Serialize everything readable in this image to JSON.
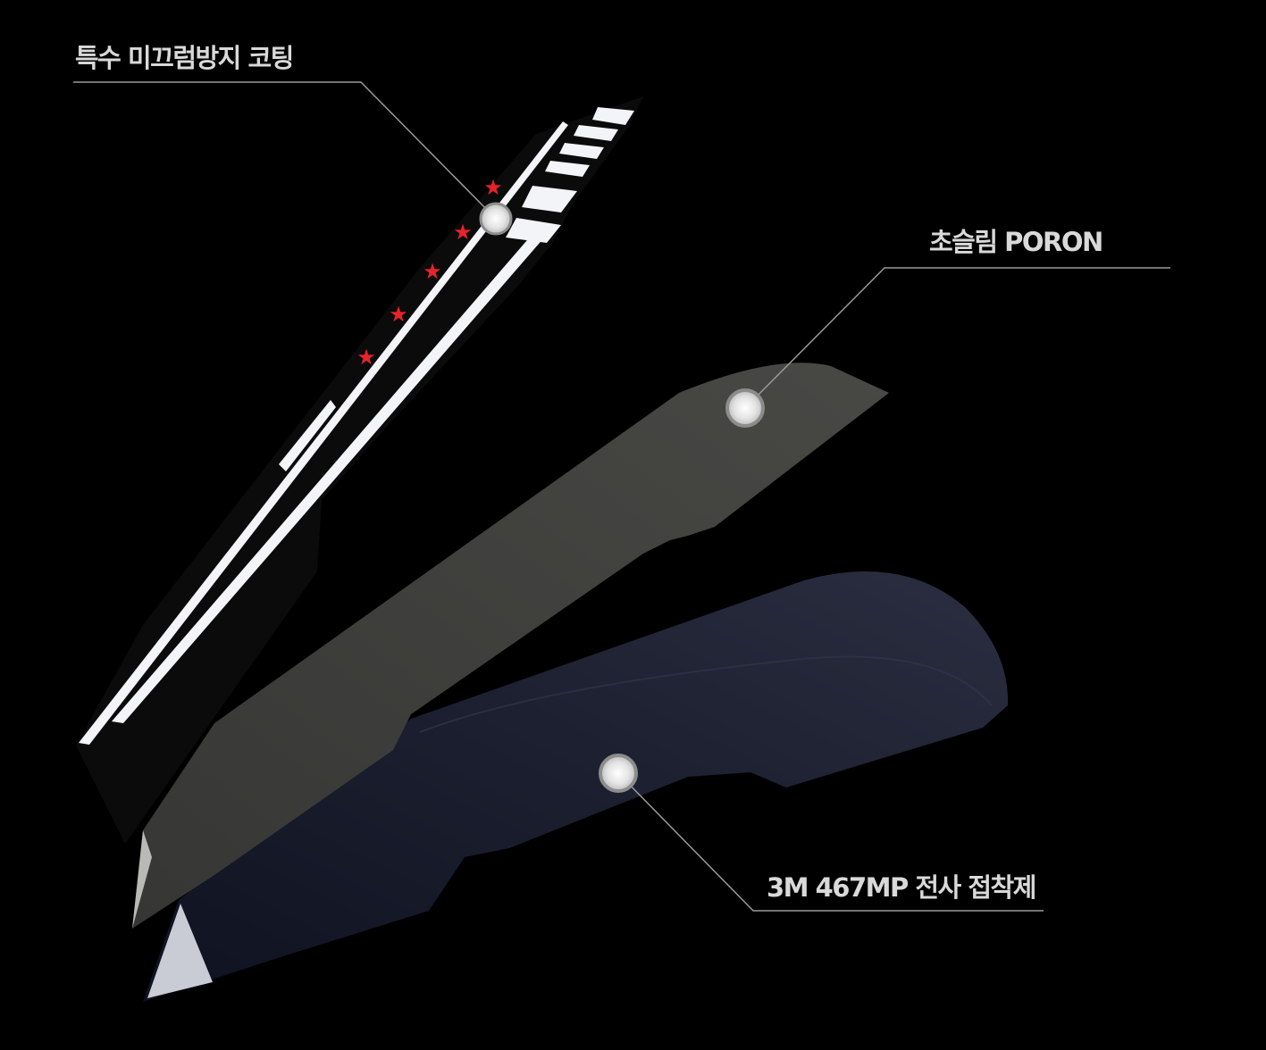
{
  "labels": {
    "coating": "특수 미끄럼방지 코팅",
    "poron": "초슬림 PORON",
    "adhesive": "3M 467MP 전사 접착제"
  },
  "colors": {
    "background": "#000000",
    "label_text": "#d9d9d9",
    "leader_line": "#9a9a9a",
    "marker_fill": "#e6e6e6",
    "grip_body": "#0b0b0b",
    "grip_stripe": "#f2f4f8",
    "grip_star": "#e8232a",
    "poron_layer": "#3d3d3b",
    "adhesive_layer": "#1a1d2c"
  }
}
